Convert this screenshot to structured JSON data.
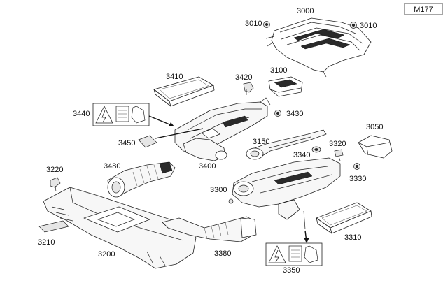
{
  "diagram_code": "M177",
  "callouts": {
    "p3000": "3000",
    "p3010a": "3010",
    "p3010b": "3010",
    "p3410": "3410",
    "p3420": "3420",
    "p3100": "3100",
    "p3440": "3440",
    "p3430": "3430",
    "p3450": "3450",
    "p3400": "3400",
    "p3150": "3150",
    "p3050": "3050",
    "p3320": "3320",
    "p3340": "3340",
    "p3220": "3220",
    "p3480": "3480",
    "p3330": "3330",
    "p3300": "3300",
    "p3210": "3210",
    "p3310": "3310",
    "p3200": "3200",
    "p3380": "3380",
    "p3350": "3350"
  },
  "colors": {
    "line": "#222222",
    "fill": "#f7f7f7",
    "dark": "#2a2a2a"
  }
}
